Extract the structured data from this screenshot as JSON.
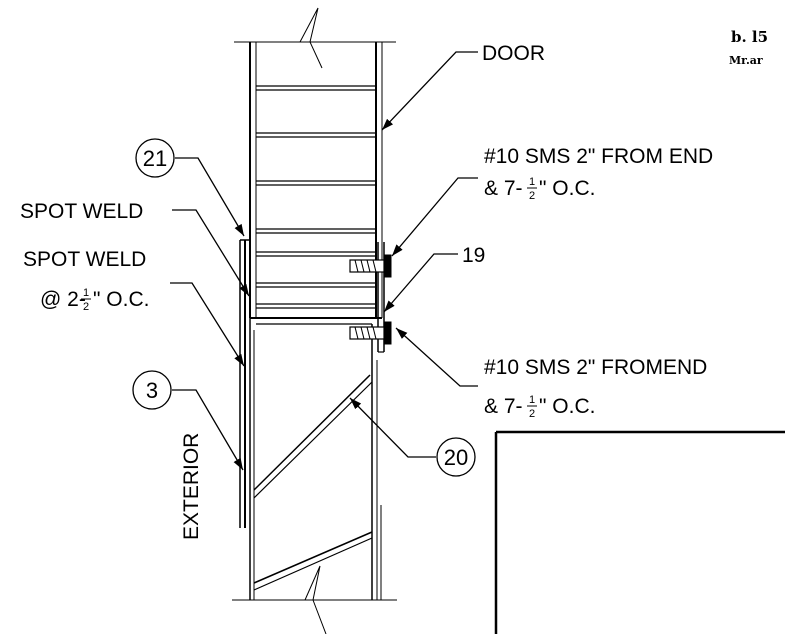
{
  "labels": {
    "door": "DOOR",
    "sms_top_line1": "#10 SMS  2\" FROM END",
    "sms_top_line2_pre": "& 7-",
    "sms_top_line2_post": "\" O.C.",
    "spot_weld_1": "SPOT WELD",
    "spot_weld_2": "SPOT WELD",
    "spot_weld_2_line2_pre": "@ 2-",
    "spot_weld_2_line2_post": "\" O.C.",
    "sms_bottom_line1": "#10 SMS 2\" FROMEND",
    "sms_bottom_line2_pre": "& 7-",
    "sms_bottom_line2_post": "\" O.C.",
    "exterior": "EXTERIOR",
    "part_19": "19"
  },
  "fractions": {
    "one": "1",
    "two": "2"
  },
  "bubbles": {
    "b21": "21",
    "b3": "3",
    "b20": "20"
  },
  "stamp": {
    "line1": "b. l5",
    "line2": "Mr.ar"
  }
}
